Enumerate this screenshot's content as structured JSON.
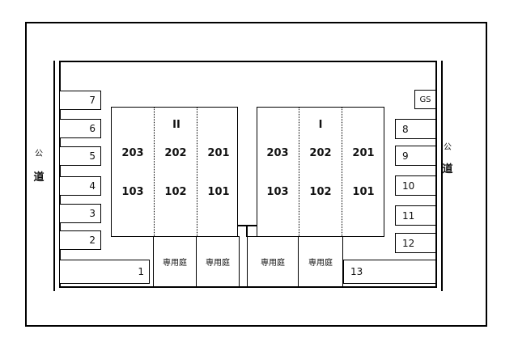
{
  "roads": {
    "left_chars": [
      "公",
      "道"
    ],
    "right_chars": [
      "公",
      "道"
    ]
  },
  "gs_label": "GS",
  "left_slots": [
    "7",
    "6",
    "5",
    "4",
    "3",
    "2"
  ],
  "bottom_left_slot": "1",
  "right_slots": [
    "8",
    "9",
    "10",
    "11",
    "12"
  ],
  "bottom_right_slot": "13",
  "building_II": {
    "label": "II",
    "upper": [
      "203",
      "202",
      "201"
    ],
    "lower": [
      "103",
      "102",
      "101"
    ]
  },
  "building_I": {
    "label": "I",
    "upper": [
      "203",
      "202",
      "201"
    ],
    "lower": [
      "103",
      "102",
      "101"
    ]
  },
  "gardens": [
    "専用庭",
    "専用庭",
    "専用庭",
    "専用庭"
  ]
}
